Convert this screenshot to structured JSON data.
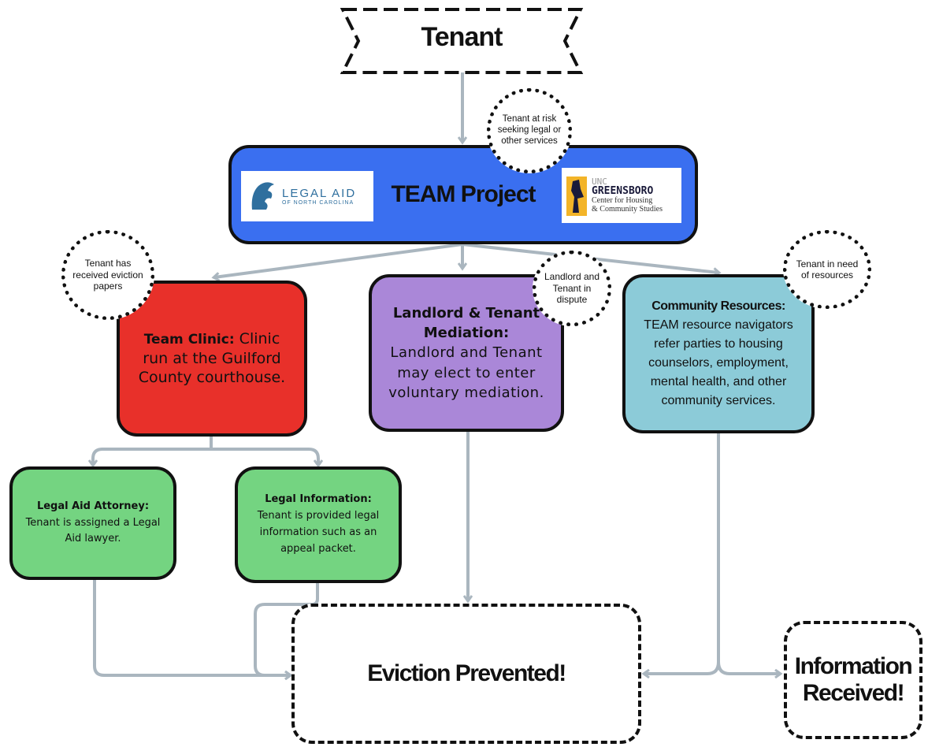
{
  "tenant": {
    "label": "Tenant"
  },
  "team_project": {
    "label": "TEAM Project",
    "logo_left": {
      "line1": "LEGAL AID",
      "line2": "OF NORTH CAROLINA"
    },
    "logo_right": {
      "line1": "UNC",
      "line2": "GREENSBORO",
      "line3": "Center for Housing",
      "line4": "& Community Studies"
    }
  },
  "bubbles": {
    "at_risk": "Tenant at risk seeking legal or other services",
    "eviction_papers": "Tenant has received eviction papers",
    "dispute": "Landlord and Tenant in dispute",
    "resources": "Tenant in need of resources"
  },
  "clinic": {
    "title": "Team Clinic:",
    "text": " Clinic run at the Guilford County courthouse."
  },
  "mediation": {
    "title": "Landlord & Tenant Mediation:",
    "text": "Landlord and Tenant may elect to enter voluntary mediation."
  },
  "community": {
    "title": "Community Resources:",
    "text": "TEAM resource navigators refer parties to housing counselors, employment, mental health, and other community services."
  },
  "attorney": {
    "title": "Legal Aid Attorney:",
    "text": "Tenant is assigned a Legal Aid lawyer."
  },
  "information": {
    "title": "Legal Information:",
    "text": " Tenant is provided legal information such as an appeal packet."
  },
  "outcomes": {
    "prevented": "Eviction Prevented!",
    "received_line1": "Information",
    "received_line2": "Received!"
  },
  "colors": {
    "team": "#3a6ff0",
    "clinic": "#e8302a",
    "mediation": "#aa87d8",
    "community": "#8ccbd8",
    "legal": "#74d481",
    "connector": "#aab6bf"
  }
}
